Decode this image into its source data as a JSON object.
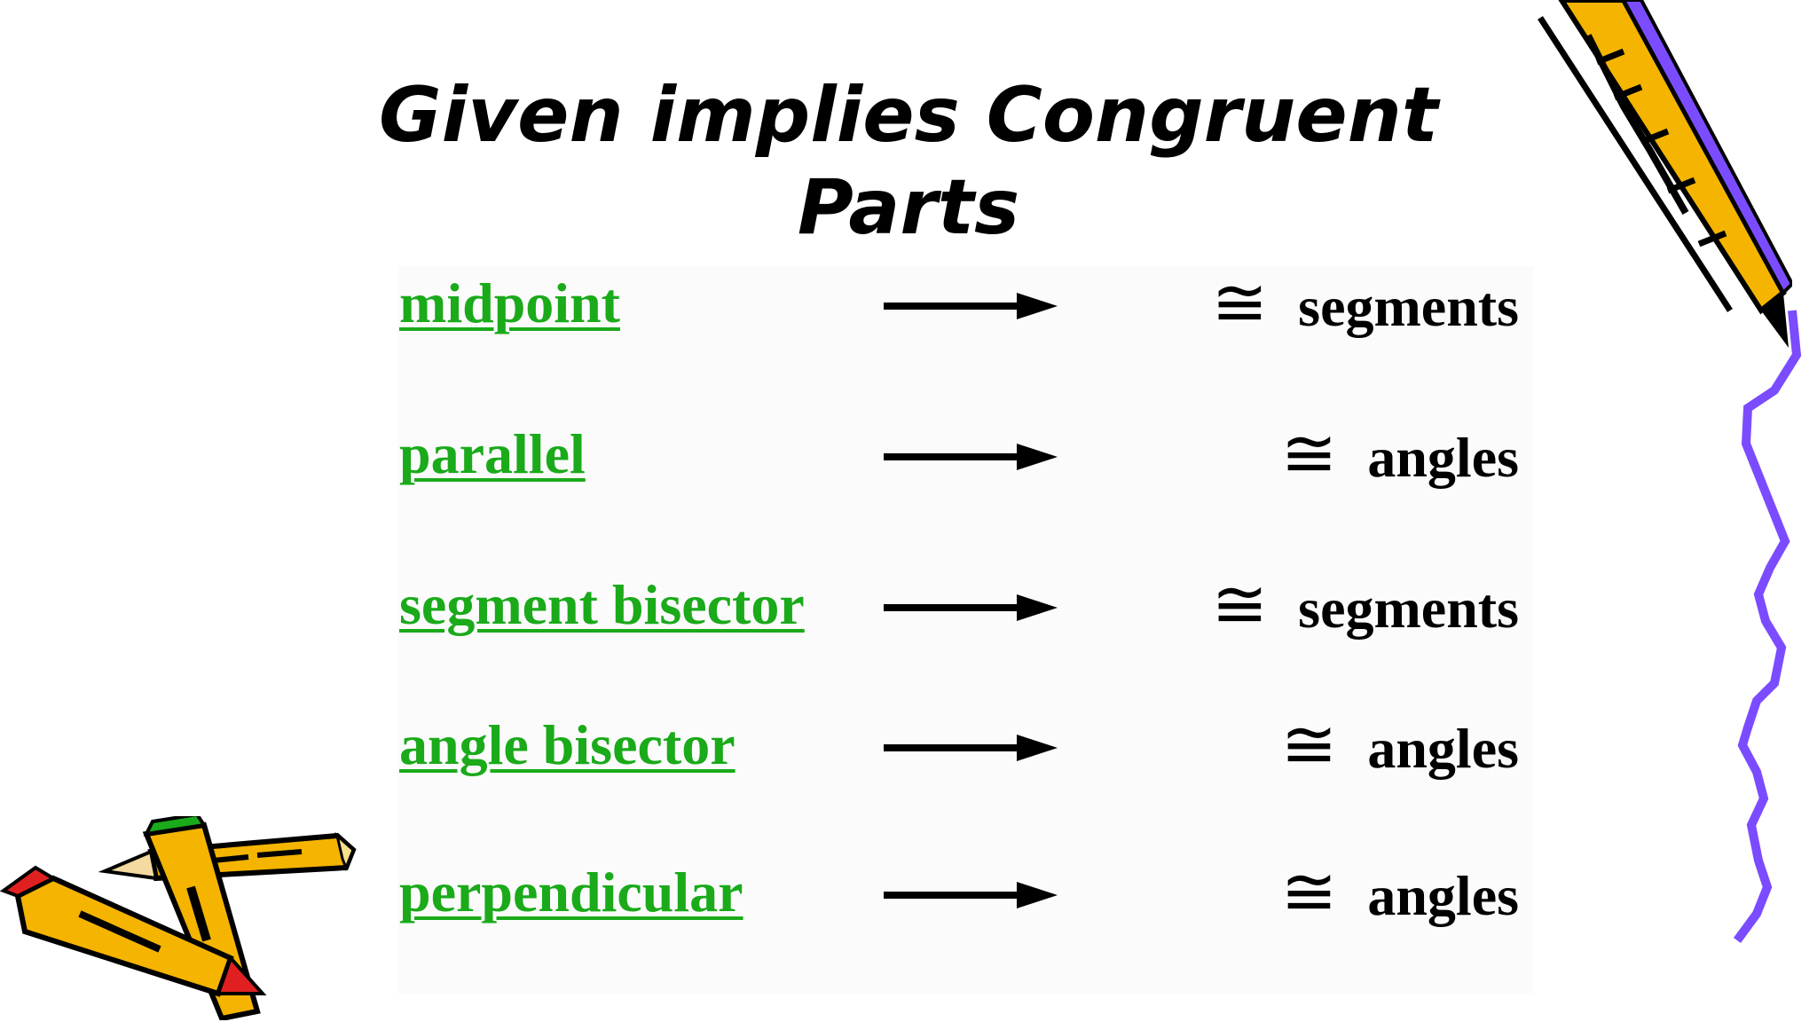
{
  "slide": {
    "title_line1": "Given implies Congruent",
    "title_line2": "Parts"
  },
  "rows": [
    {
      "given": "midpoint",
      "symbol": "≅",
      "result": "segments"
    },
    {
      "given": "parallel",
      "symbol": "≅",
      "result": "angles"
    },
    {
      "given": "segment bisector",
      "symbol": "≅",
      "result": "segments"
    },
    {
      "given": "angle bisector",
      "symbol": "≅",
      "result": "angles"
    },
    {
      "given": "perpendicular",
      "symbol": "≅",
      "result": "angles"
    }
  ],
  "icons": {
    "arrow": "right-arrow-icon",
    "pencil_top_right": "pencil-clipart",
    "pencils_bottom_left": "crossed-pencils-clipart",
    "squiggle": "purple-squiggle-line"
  },
  "colors": {
    "given_text": "#1aaa1a",
    "pencil_yellow": "#f4b400",
    "squiggle_purple": "#7b4cff"
  }
}
